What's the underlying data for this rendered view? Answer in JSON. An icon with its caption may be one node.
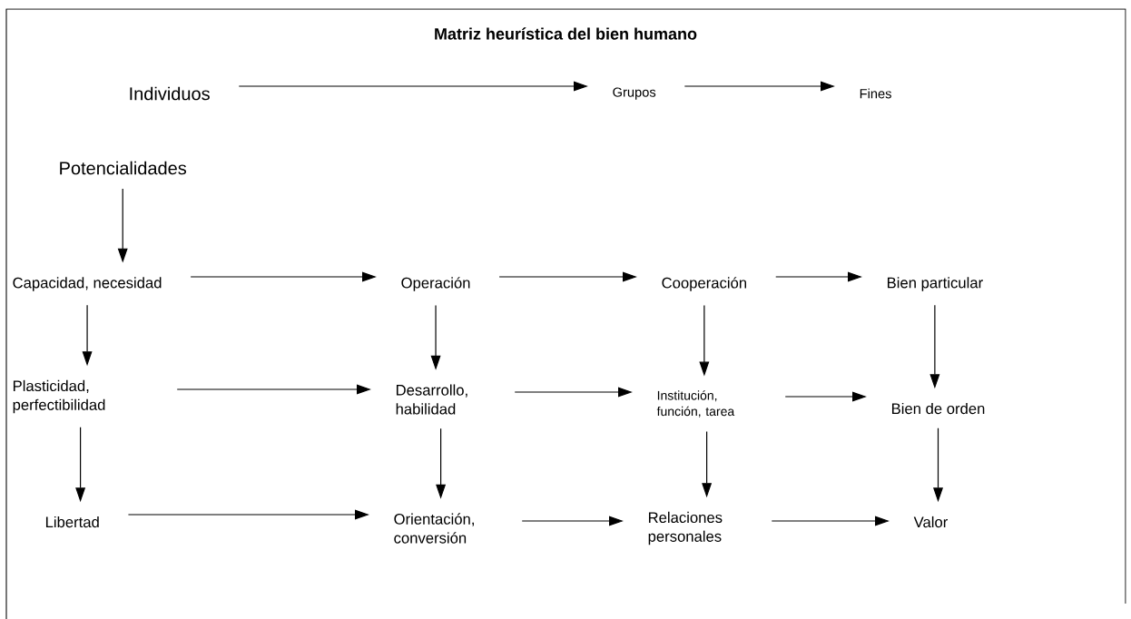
{
  "diagram": {
    "title": "Matriz heurística del bien humano",
    "nodes": [
      {
        "text": [
          "Individuos"
        ]
      },
      {
        "text": [
          "Grupos"
        ]
      },
      {
        "text": [
          "Fines"
        ]
      },
      {
        "text": [
          "Potencialidades"
        ]
      },
      {
        "text": [
          "Capacidad, necesidad"
        ]
      },
      {
        "text": [
          "Operación"
        ]
      },
      {
        "text": [
          "Cooperación"
        ]
      },
      {
        "text": [
          "Bien particular"
        ]
      },
      {
        "text": [
          "Plasticidad, perfectibilidad"
        ]
      },
      {
        "text": [
          "Desarrollo, habilidad"
        ]
      },
      {
        "text": [
          "Institución, función, tarea"
        ]
      },
      {
        "text": [
          "Bien de orden"
        ]
      },
      {
        "text": [
          "Libertad"
        ]
      },
      {
        "text": [
          "Orientación, conversión"
        ]
      },
      {
        "text": [
          "Relaciones personales"
        ]
      },
      {
        "text": [
          "Valor"
        ]
      }
    ],
    "edges": [
      {
        "from": 0,
        "to": 1,
        "arrow": "to"
      },
      {
        "from": 1,
        "to": 2,
        "arrow": "to"
      },
      {
        "from": 3,
        "to": 4,
        "arrow": "to"
      },
      {
        "from": 4,
        "to": 5,
        "arrow": "to"
      },
      {
        "from": 5,
        "to": 6,
        "arrow": "to"
      },
      {
        "from": 6,
        "to": 7,
        "arrow": "to"
      },
      {
        "from": 4,
        "to": 8,
        "arrow": "to"
      },
      {
        "from": 5,
        "to": 9,
        "arrow": "to"
      },
      {
        "from": 6,
        "to": 10,
        "arrow": "to"
      },
      {
        "from": 7,
        "to": 11,
        "arrow": "to"
      },
      {
        "from": 8,
        "to": 9,
        "arrow": "to"
      },
      {
        "from": 9,
        "to": 10,
        "arrow": "to"
      },
      {
        "from": 10,
        "to": 11,
        "arrow": "to"
      },
      {
        "from": 8,
        "to": 12,
        "arrow": "to"
      },
      {
        "from": 9,
        "to": 13,
        "arrow": "to"
      },
      {
        "from": 10,
        "to": 14,
        "arrow": "to"
      },
      {
        "from": 11,
        "to": 15,
        "arrow": "to"
      },
      {
        "from": 12,
        "to": 13,
        "arrow": "to"
      },
      {
        "from": 13,
        "to": 14,
        "arrow": "to"
      },
      {
        "from": 14,
        "to": 15,
        "arrow": "to"
      }
    ]
  }
}
